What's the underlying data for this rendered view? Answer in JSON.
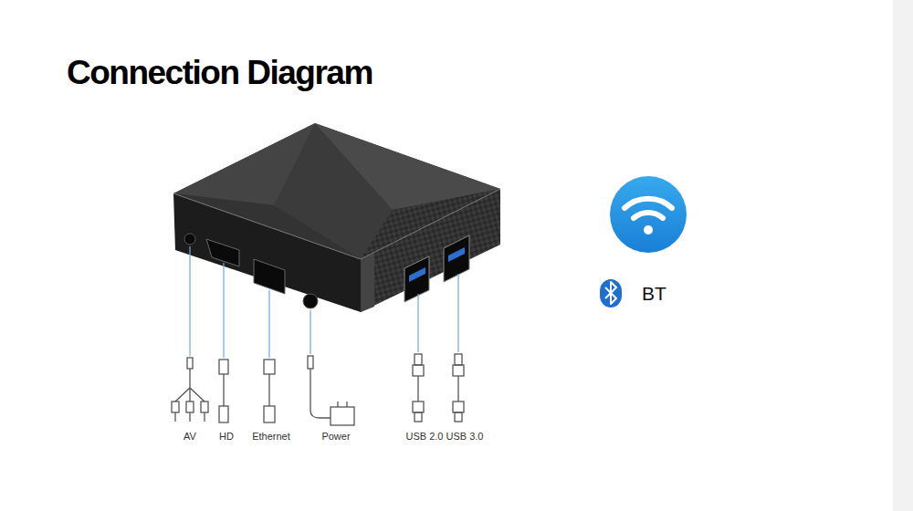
{
  "diagram": {
    "title": "Connection Diagram",
    "labels": [
      "AV",
      "HD",
      "Ethernet",
      "Power",
      "USB 2.0",
      "USB 3.0",
      "BT"
    ]
  }
}
